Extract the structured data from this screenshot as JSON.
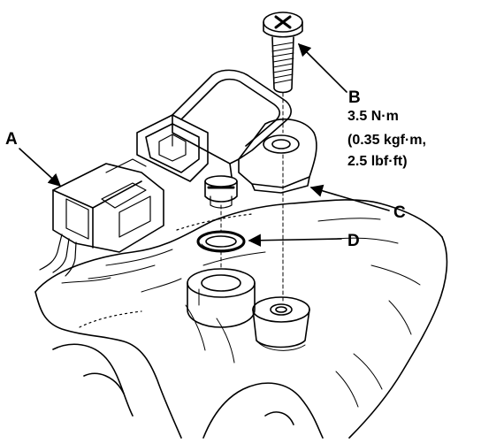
{
  "labels": {
    "a": "A",
    "b": "B",
    "c": "C",
    "d": "D"
  },
  "torque_spec": {
    "line1": "3.5 N·m",
    "line2": "(0.35 kgf·m,",
    "line3": "2.5 lbf·ft)"
  },
  "colors": {
    "line": "#000000",
    "background": "#ffffff"
  }
}
